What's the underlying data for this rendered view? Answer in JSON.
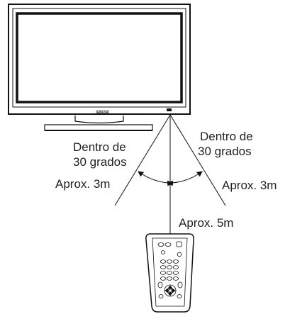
{
  "tv": {
    "brand": "HITACHI"
  },
  "labels": {
    "left_angle_line1": "Dentro de",
    "left_angle_line2": "30 grados",
    "right_angle_line1": "Dentro de",
    "right_angle_line2": "30 grados",
    "left_distance": "Aprox. 3m",
    "right_distance": "Aprox. 3m",
    "center_distance": "Aprox. 5m"
  },
  "colors": {
    "line": "#111111",
    "text": "#222222"
  }
}
